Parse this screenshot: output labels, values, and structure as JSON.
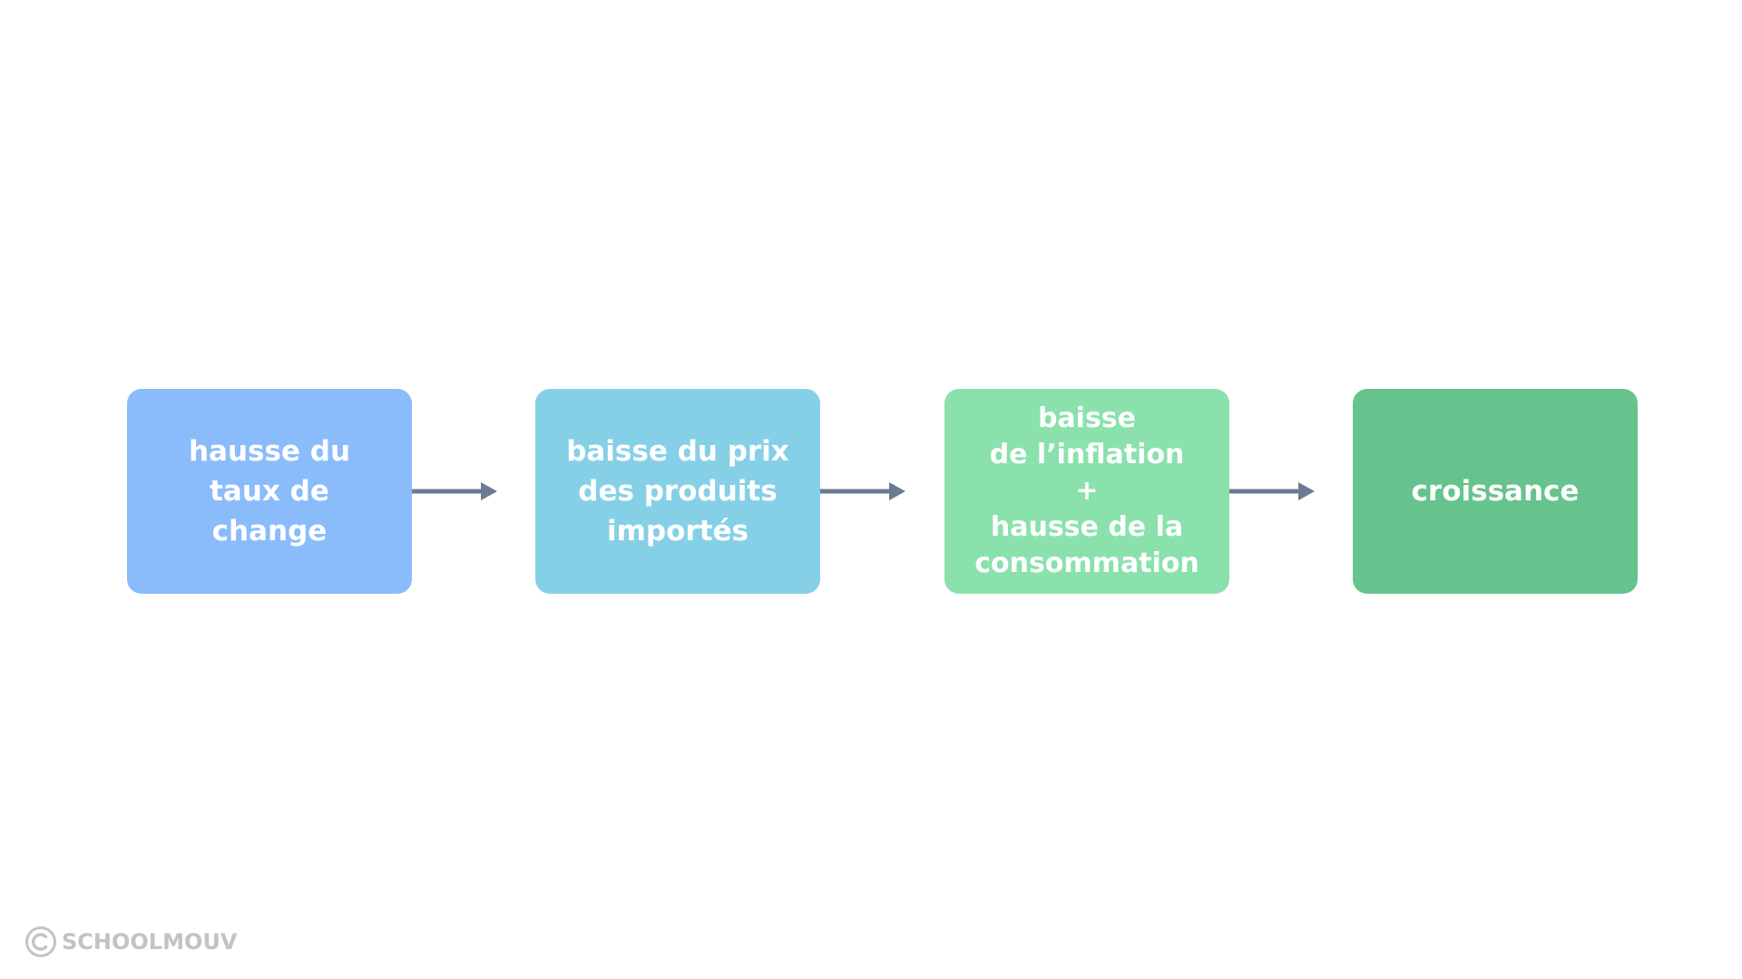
{
  "diagram": {
    "steps": [
      {
        "label": "hausse du\ntaux de\nchange",
        "color": "#8abcfb"
      },
      {
        "label": "baisse du prix\ndes produits\nimportés",
        "color": "#86d0e7"
      },
      {
        "label": "baisse\nde l’inflation\n+\nhausse de la\nconsommation",
        "color": "#8ae1ac"
      },
      {
        "label": "croissance",
        "color": "#66c38d"
      }
    ],
    "arrow_color": "#6c7b92"
  },
  "logo": {
    "text": "SCHOOLMOUV",
    "color": "#c3c3c3"
  }
}
